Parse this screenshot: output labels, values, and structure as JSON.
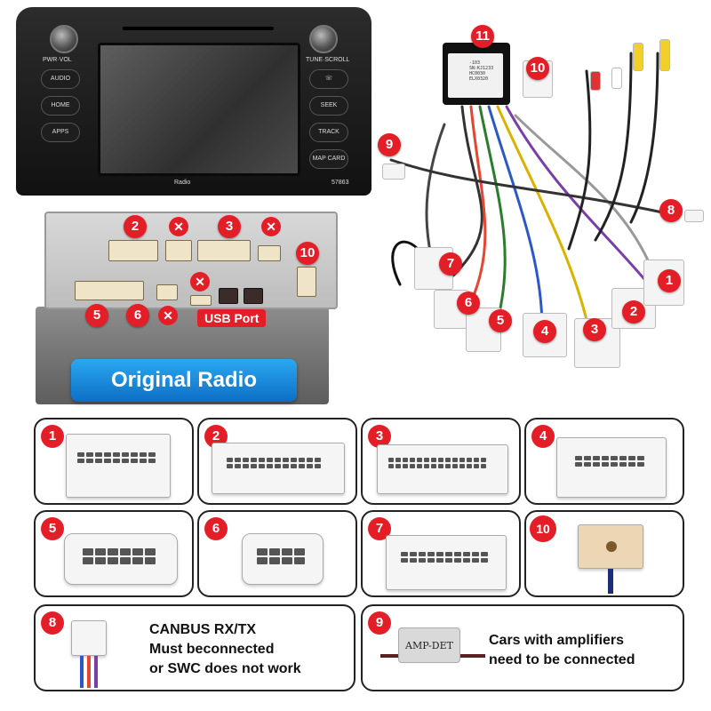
{
  "head_unit": {
    "buttons_left": [
      "PWR·VOL",
      "AUDIO",
      "HOME",
      "APPS"
    ],
    "buttons_right": [
      "TUNE·SCROLL",
      "SEEK",
      "TRACK",
      "MAP CARD"
    ],
    "brand_label": "Radio",
    "model_label": "57863"
  },
  "radio_back": {
    "usb_label": "USB Port",
    "badges": [
      "2",
      "3",
      "10",
      "5",
      "6"
    ],
    "caption": "Original Radio"
  },
  "harness": {
    "badges": [
      "11",
      "10",
      "9",
      "8",
      "7",
      "6",
      "5",
      "4",
      "3",
      "2",
      "1"
    ],
    "canbus_sticker": [
      "-103",
      "SN:KJ1233",
      "HC0030",
      "ELX0320"
    ]
  },
  "connectors": [
    {
      "num": "1"
    },
    {
      "num": "2"
    },
    {
      "num": "3"
    },
    {
      "num": "4"
    },
    {
      "num": "5"
    },
    {
      "num": "6"
    },
    {
      "num": "7"
    },
    {
      "num": "10"
    }
  ],
  "notes": {
    "canbus": {
      "num": "8",
      "line1": "CANBUS RX/TX",
      "line2": "Must beconnected",
      "line3": "or SWC does not work"
    },
    "amp": {
      "num": "9",
      "tag": "AMP-DET",
      "line1": "Cars with amplifiers",
      "line2": "need to be connected"
    }
  },
  "colors": {
    "accent_red": "#e41e26",
    "caption_blue": "#1a8fe0"
  }
}
